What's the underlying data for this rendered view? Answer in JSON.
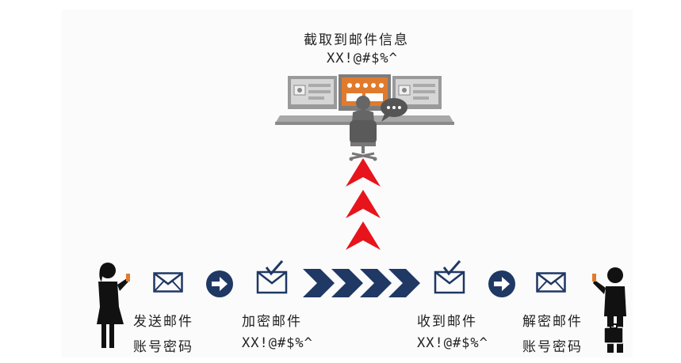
{
  "top": {
    "title": "截取到邮件信息",
    "cipher": "XX!@#$%^"
  },
  "steps": [
    {
      "line1": "发送邮件",
      "line2": "账号密码"
    },
    {
      "line1": "加密邮件",
      "line2": "XX!@#$%^"
    },
    {
      "line1": "收到邮件",
      "line2": "XX!@#$%^"
    },
    {
      "line1": "解密邮件",
      "line2": "账号密码"
    }
  ],
  "colors": {
    "navy": "#1f3864",
    "red": "#e8141b",
    "orange": "#e07b2e",
    "gray": "#8c8c8c",
    "dark": "#111111"
  },
  "icons": {
    "attacker": "hacker-at-computers-icon",
    "sender": "woman-with-phone-icon",
    "receiver": "man-with-briefcase-icon",
    "mail": "envelope-icon",
    "mail_received": "envelope-checked-icon",
    "flow": "arrow-circle-icon",
    "transfer": "chevron-arrows-icon",
    "intercept": "red-chevron-up-icon"
  }
}
